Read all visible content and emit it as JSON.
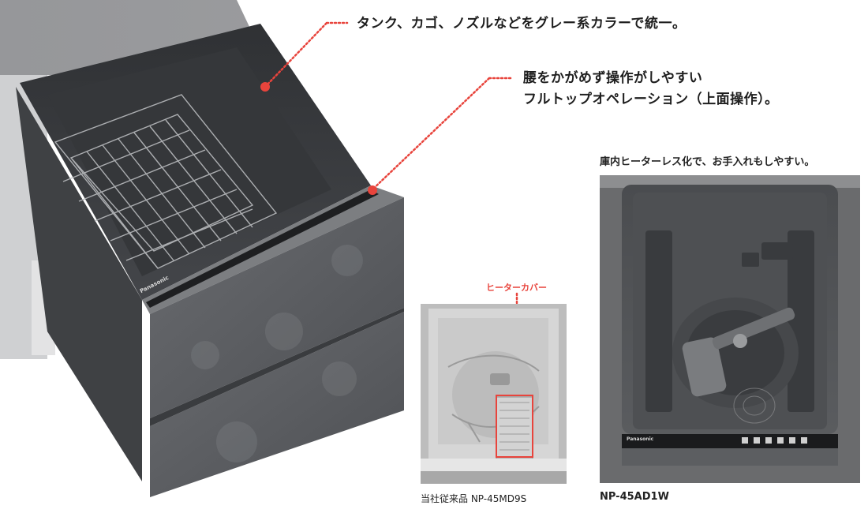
{
  "annotations": {
    "tank_color": "タンク、カゴ、ノズルなどをグレー系カラーで統一。",
    "top_operation_line1": "腰をかがめず操作がしやすい",
    "top_operation_line2": "フルトップオペレーション（上面操作）。",
    "heaterless": "庫内ヒーターレス化で、お手入れもしやすい。",
    "heater_cover": "ヒーターカバー"
  },
  "models": {
    "previous": "当社従来品 NP-45MD9S",
    "current": "NP-45AD1W"
  },
  "brand": "Panasonic",
  "colors": {
    "accent_red": "#e8443c",
    "cabinet_gray": "#5c5e61",
    "tank_dark": "#3a3c3f",
    "counter_stone": "#8f9093"
  },
  "icons": [
    "callout-dot",
    "dishwasher-photo",
    "rack-photo",
    "interior-photo"
  ]
}
